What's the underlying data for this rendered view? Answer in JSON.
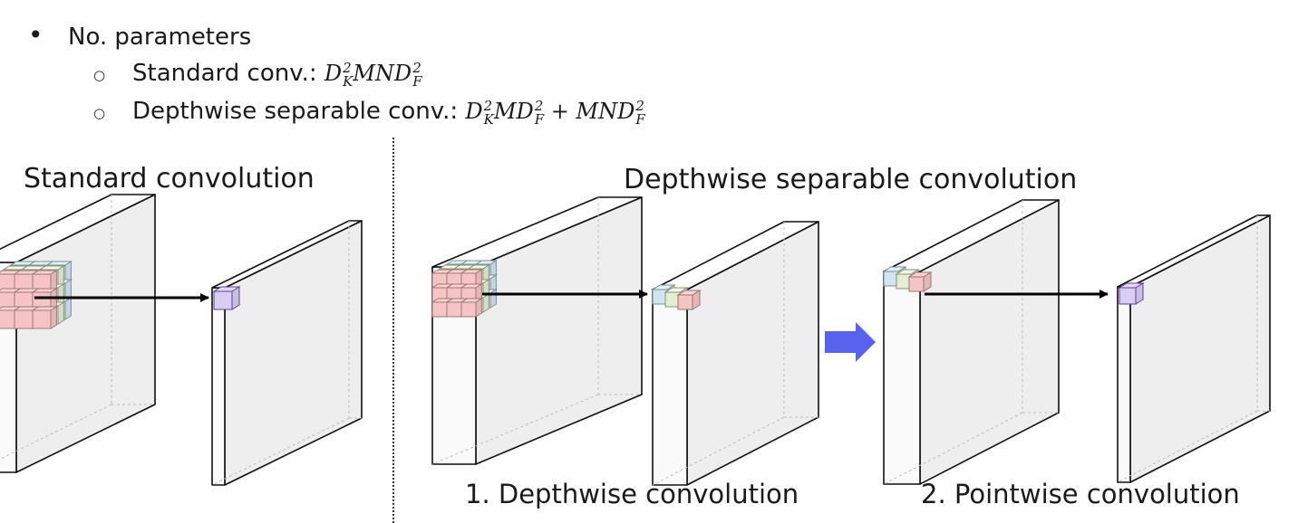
{
  "bullets": {
    "main": "No. parameters",
    "items": [
      {
        "label": "Standard conv.:",
        "formula": [
          {
            "base": "D",
            "sub": "K",
            "sup": "2"
          },
          {
            "base": "MND",
            "sub": "F",
            "sup": "2"
          }
        ]
      },
      {
        "label": "Depthwise separable conv.:",
        "formula": [
          {
            "base": "D",
            "sub": "K",
            "sup": "2"
          },
          {
            "base": "MD",
            "sub": "F",
            "sup": "2"
          },
          {
            "op": " + "
          },
          {
            "base": "MND",
            "sub": "F",
            "sup": "2"
          }
        ]
      }
    ]
  },
  "diagrams": {
    "standard_title": "Standard convolution",
    "depthwise_title": "Depthwise separable convolution",
    "step1_caption": "1. Depthwise convolution",
    "step2_caption": "2. Pointwise convolution"
  },
  "colors": {
    "kernel_blue": "#cfe6f3",
    "kernel_green": "#e3efd2",
    "kernel_red": "#f6c4c4",
    "pointwise_purple": "#d9cdf2",
    "block_face": "#eeeeee",
    "block_side": "#fafafa",
    "stage_arrow": "#5962ee"
  }
}
